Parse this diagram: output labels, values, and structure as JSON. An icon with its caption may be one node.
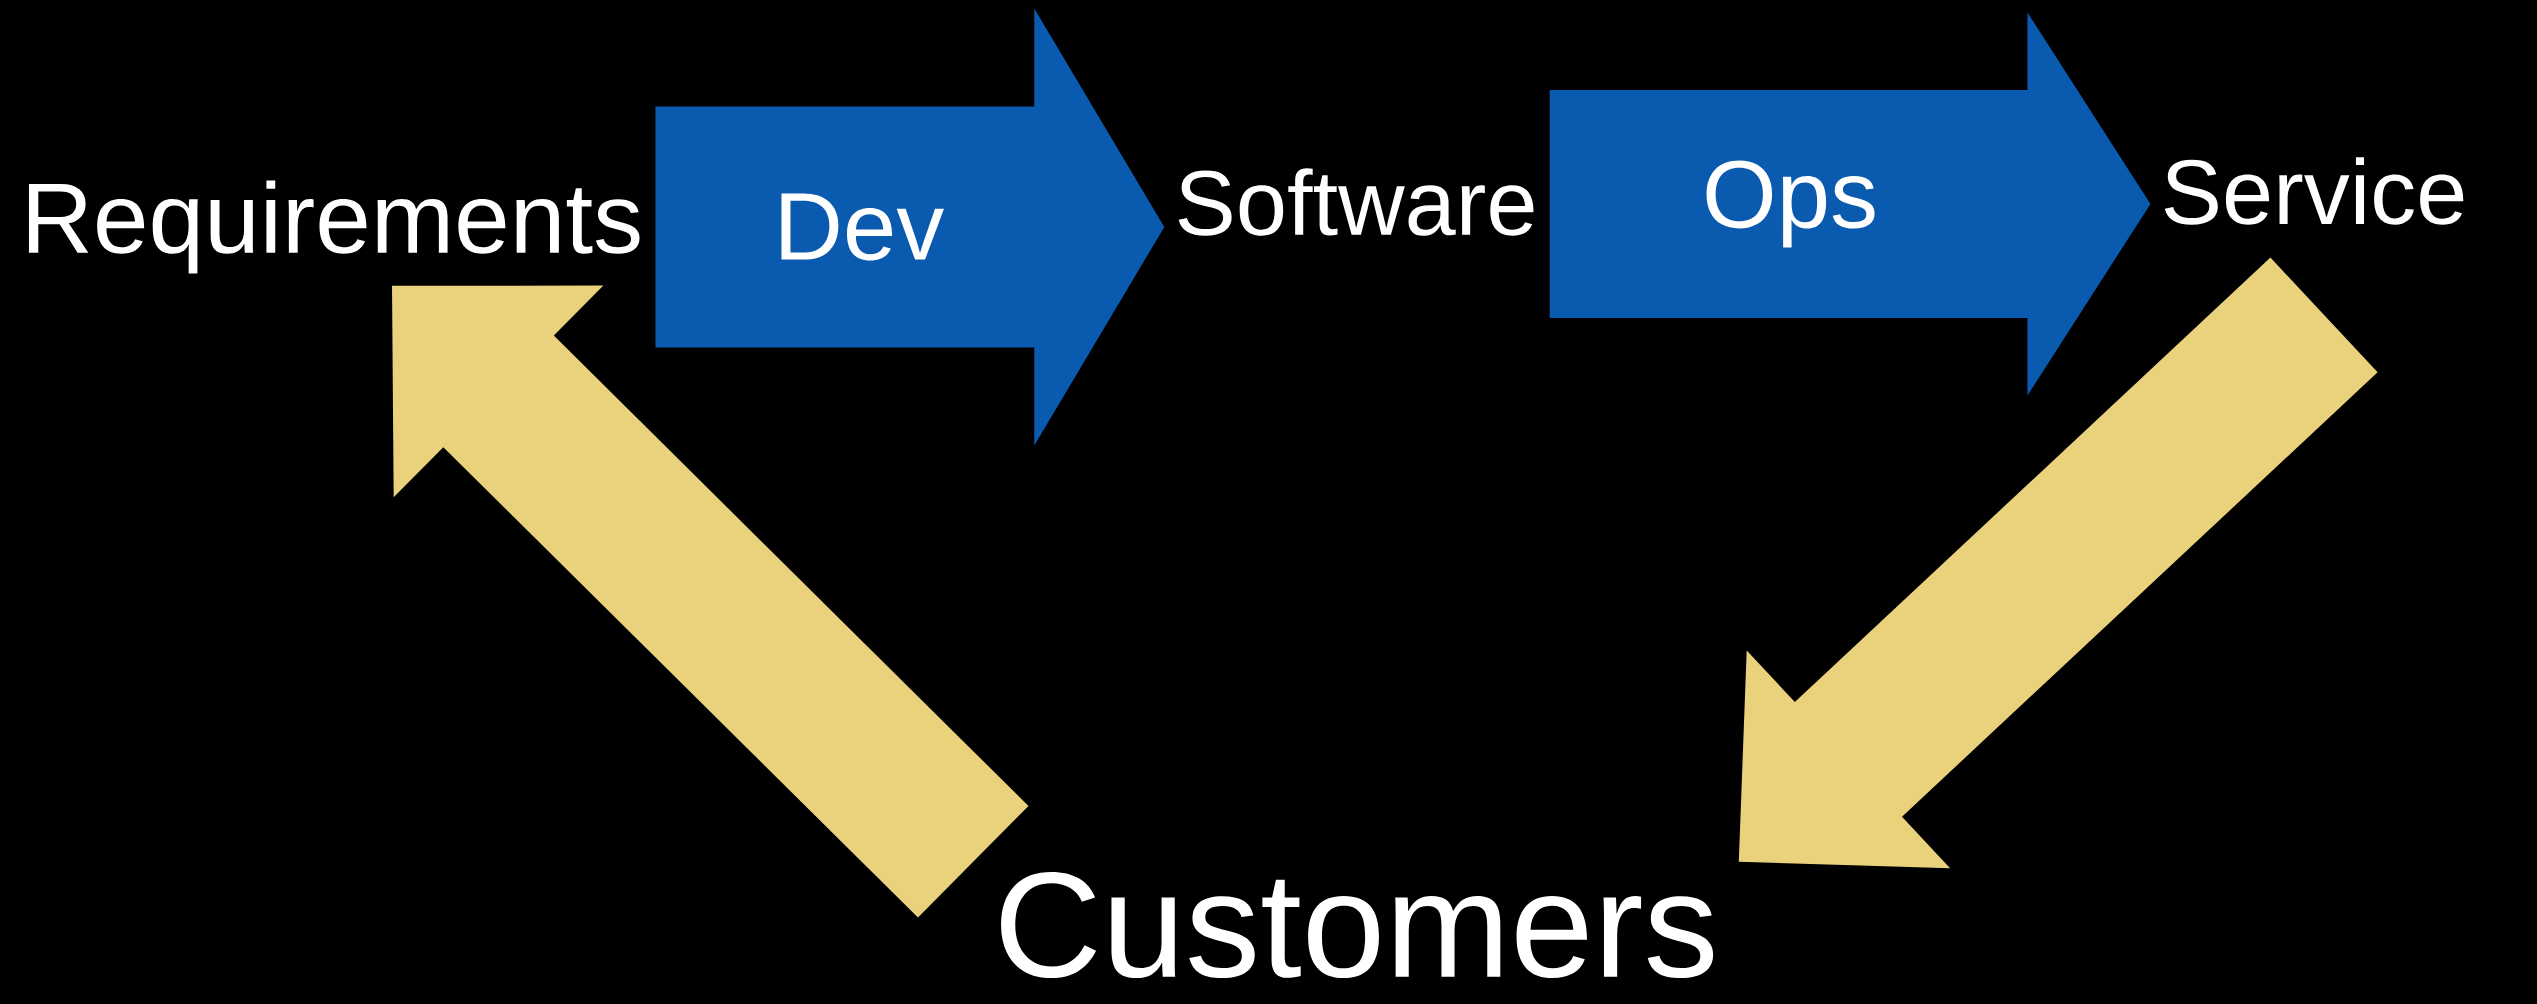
{
  "diagram": {
    "nodes": [
      {
        "text": [
          "Requirements"
        ]
      },
      {
        "text": [
          "Software"
        ]
      },
      {
        "text": [
          "Service"
        ]
      },
      {
        "text": [
          "Customers"
        ]
      }
    ],
    "edges": [
      {
        "from": 0,
        "to": 1,
        "arrow": "to",
        "label": "Dev",
        "color": "#0a5bb0"
      },
      {
        "from": 1,
        "to": 2,
        "arrow": "to",
        "label": "Ops",
        "color": "#0a5bb0"
      },
      {
        "from": 2,
        "to": 3,
        "arrow": "to",
        "color": "#ead27c"
      },
      {
        "from": 3,
        "to": 0,
        "arrow": "to",
        "color": "#ead27c"
      }
    ]
  }
}
